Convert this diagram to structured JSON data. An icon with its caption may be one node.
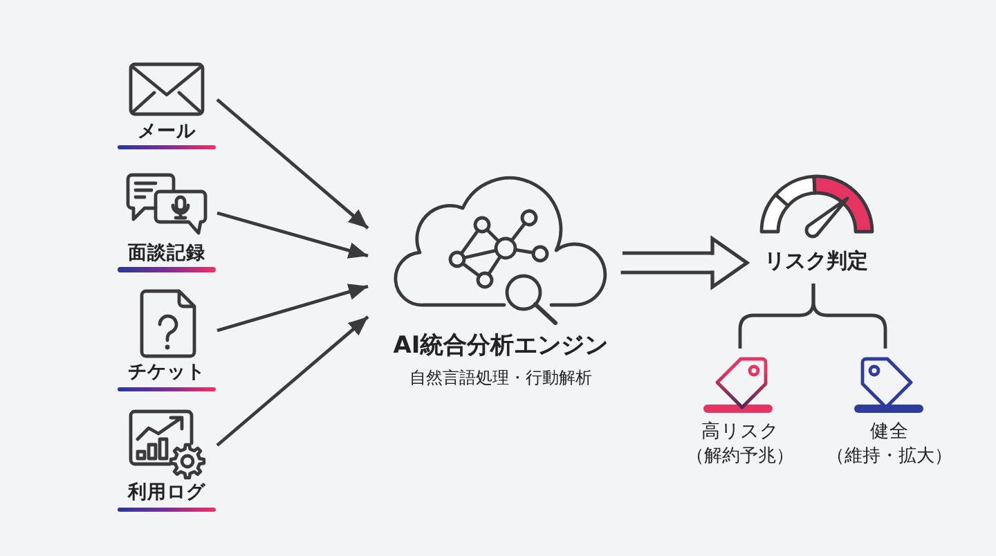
{
  "diagram": {
    "nodes": [
      {
        "text": [
          "メール"
        ]
      },
      {
        "text": [
          "面談記録"
        ]
      },
      {
        "text": [
          "チケット"
        ]
      },
      {
        "text": [
          "利用ログ"
        ]
      },
      {
        "text": [
          "AI統合分析エンジン",
          "自然言語処理・行動解析"
        ]
      },
      {
        "text": [
          "リスク判定"
        ]
      },
      {
        "text": [
          "高リスク",
          "（解約予兆）"
        ]
      },
      {
        "text": [
          "健全",
          "（維持・拡大）"
        ]
      }
    ],
    "edges": [
      {
        "from": 0,
        "to": 4,
        "arrow": "to"
      },
      {
        "from": 1,
        "to": 4,
        "arrow": "to"
      },
      {
        "from": 2,
        "to": 4,
        "arrow": "to"
      },
      {
        "from": 3,
        "to": 4,
        "arrow": "to"
      },
      {
        "from": 4,
        "to": 5,
        "arrow": "to"
      },
      {
        "from": 5,
        "to": 6,
        "arrow": "none"
      },
      {
        "from": 5,
        "to": 7,
        "arrow": "none"
      }
    ]
  }
}
